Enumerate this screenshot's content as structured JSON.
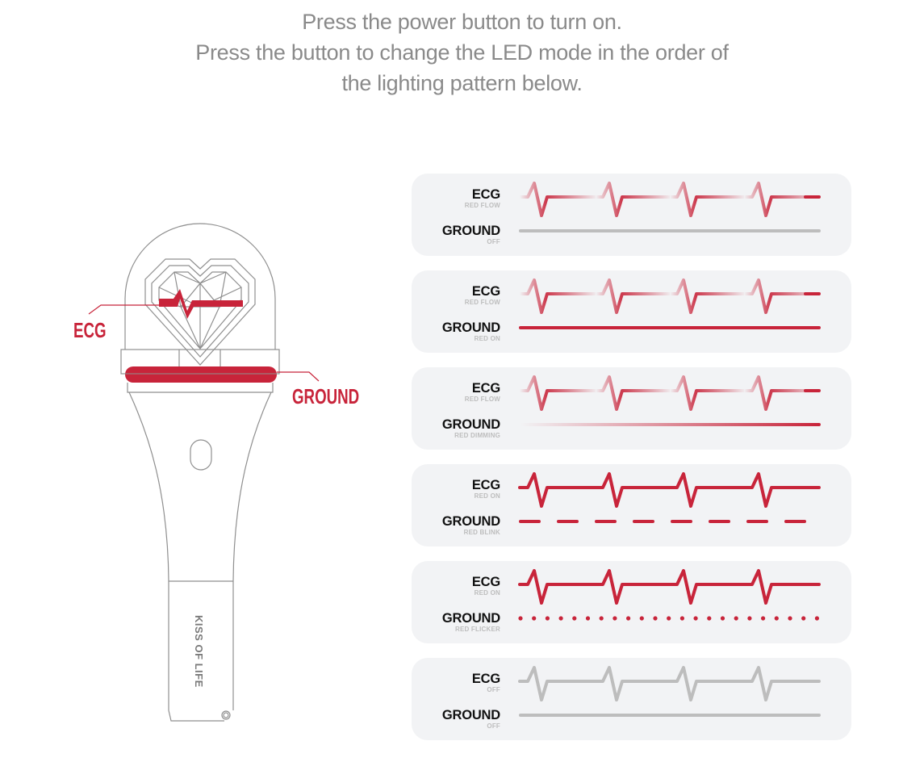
{
  "intro": {
    "lines": [
      "Press the power button to turn on.",
      "Press the button to change the LED mode in the order of",
      "the lighting pattern below."
    ]
  },
  "illustration": {
    "callouts": {
      "ecg": "ECG",
      "ground": "GROUND"
    },
    "handle_text": "KISS OF LIFE"
  },
  "colors": {
    "accent_red": "#c8243a",
    "off_gray": "#bdbdbd",
    "panel_bg": "#f2f3f5",
    "intro_text": "#8a8a8a"
  },
  "patterns": [
    {
      "ecg": {
        "label": "ECG",
        "mode": "RED FLOW",
        "style": "flow"
      },
      "ground": {
        "label": "GROUND",
        "mode": "OFF",
        "style": "off"
      }
    },
    {
      "ecg": {
        "label": "ECG",
        "mode": "RED FLOW",
        "style": "flow"
      },
      "ground": {
        "label": "GROUND",
        "mode": "RED ON",
        "style": "on"
      }
    },
    {
      "ecg": {
        "label": "ECG",
        "mode": "RED FLOW",
        "style": "flow"
      },
      "ground": {
        "label": "GROUND",
        "mode": "RED DIMMING",
        "style": "dimming"
      }
    },
    {
      "ecg": {
        "label": "ECG",
        "mode": "RED ON",
        "style": "on"
      },
      "ground": {
        "label": "GROUND",
        "mode": "RED BLINK",
        "style": "blink"
      }
    },
    {
      "ecg": {
        "label": "ECG",
        "mode": "RED ON",
        "style": "on"
      },
      "ground": {
        "label": "GROUND",
        "mode": "RED FLICKER",
        "style": "flicker"
      }
    },
    {
      "ecg": {
        "label": "ECG",
        "mode": "OFF",
        "style": "off"
      },
      "ground": {
        "label": "GROUND",
        "mode": "OFF",
        "style": "off"
      }
    }
  ]
}
